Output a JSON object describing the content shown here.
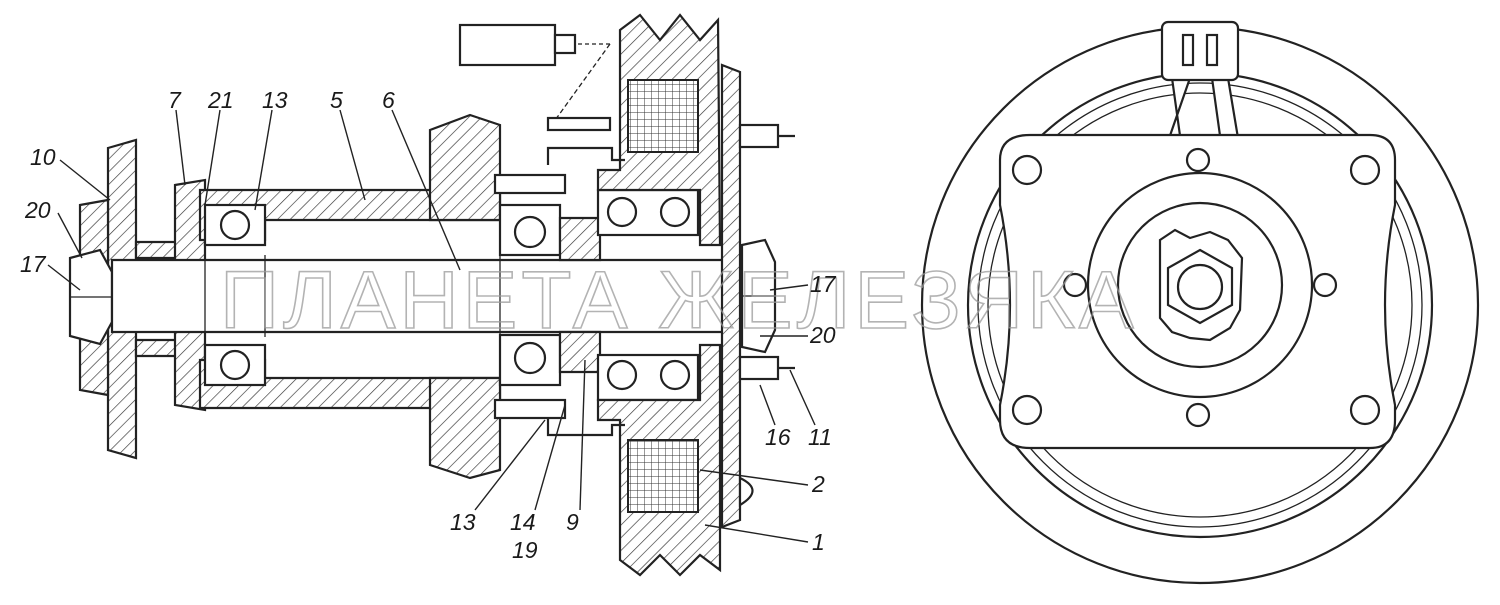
{
  "watermark": "ПЛАНЕТА ЖЕЛЕЗЯКА",
  "labels": {
    "l1": "1",
    "l2": "2",
    "l5": "5",
    "l6": "6",
    "l7": "7",
    "l9": "9",
    "l10": "10",
    "l11": "11",
    "l13a": "13",
    "l13b": "13",
    "l14": "14",
    "l16": "16",
    "l17a": "17",
    "l17b": "17",
    "l19": "19",
    "l20a": "20",
    "l20b": "20",
    "l21": "21"
  },
  "colors": {
    "ink": "#222222",
    "background": "#ffffff",
    "watermark": "#9a9a9a"
  }
}
